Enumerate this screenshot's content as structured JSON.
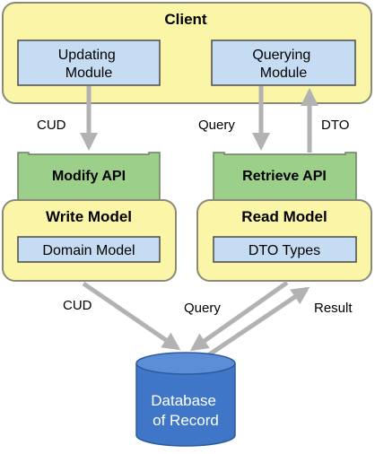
{
  "client": {
    "title": "Client",
    "updating_module": [
      "Updating",
      "Module"
    ],
    "querying_module": [
      "Querying",
      "Module"
    ]
  },
  "write_side": {
    "api": "Modify API",
    "model": "Write Model",
    "inner": "Domain Model"
  },
  "read_side": {
    "api": "Retrieve API",
    "model": "Read Model",
    "inner": "DTO Types"
  },
  "database": [
    "Database",
    "of Record"
  ],
  "arrows": {
    "cud_top": "CUD",
    "query_top": "Query",
    "dto_top": "DTO",
    "cud_bottom": "CUD",
    "query_bottom": "Query",
    "result_bottom": "Result"
  },
  "colors": {
    "yellow_fill": "#FBF5A8",
    "yellow_stroke": "#8A8A7A",
    "blue_fill": "#C5DCF2",
    "blue_stroke": "#4A4A4A",
    "green_fill": "#9CD08A",
    "green_stroke": "#6E7E66",
    "db_fill": "#3F76C8",
    "db_stroke": "#2E5A9A",
    "arrow": "#B2B2B2"
  }
}
